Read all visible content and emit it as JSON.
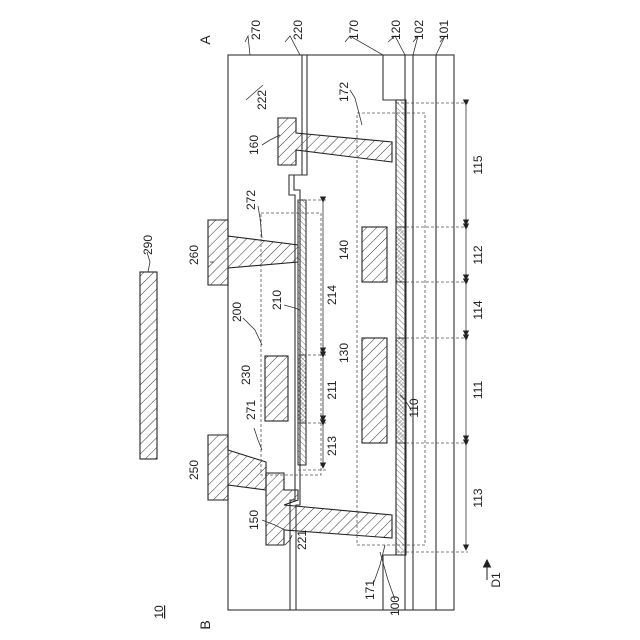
{
  "figure_number": "10",
  "side_labels": {
    "a": "A",
    "b": "B"
  },
  "direction": {
    "label": "D1"
  },
  "layer_labels": {
    "l270": "270",
    "l220": "220",
    "l170": "170",
    "l120": "120",
    "l102": "102",
    "l101": "101"
  },
  "component_labels": {
    "c290": "290",
    "c260": "260",
    "c250": "250",
    "c272": "272",
    "c271": "271",
    "c200": "200",
    "c210": "210",
    "c214": "214",
    "c211": "211",
    "c213": "213",
    "c230": "230",
    "c222": "222",
    "c221": "221",
    "c160": "160",
    "c150": "150",
    "c172": "172",
    "c171": "171",
    "c140": "140",
    "c130": "130",
    "c110": "110",
    "c100": "100"
  },
  "region_labels": {
    "r115": "115",
    "r112": "112",
    "r114": "114",
    "r111": "111",
    "r113": "113"
  }
}
